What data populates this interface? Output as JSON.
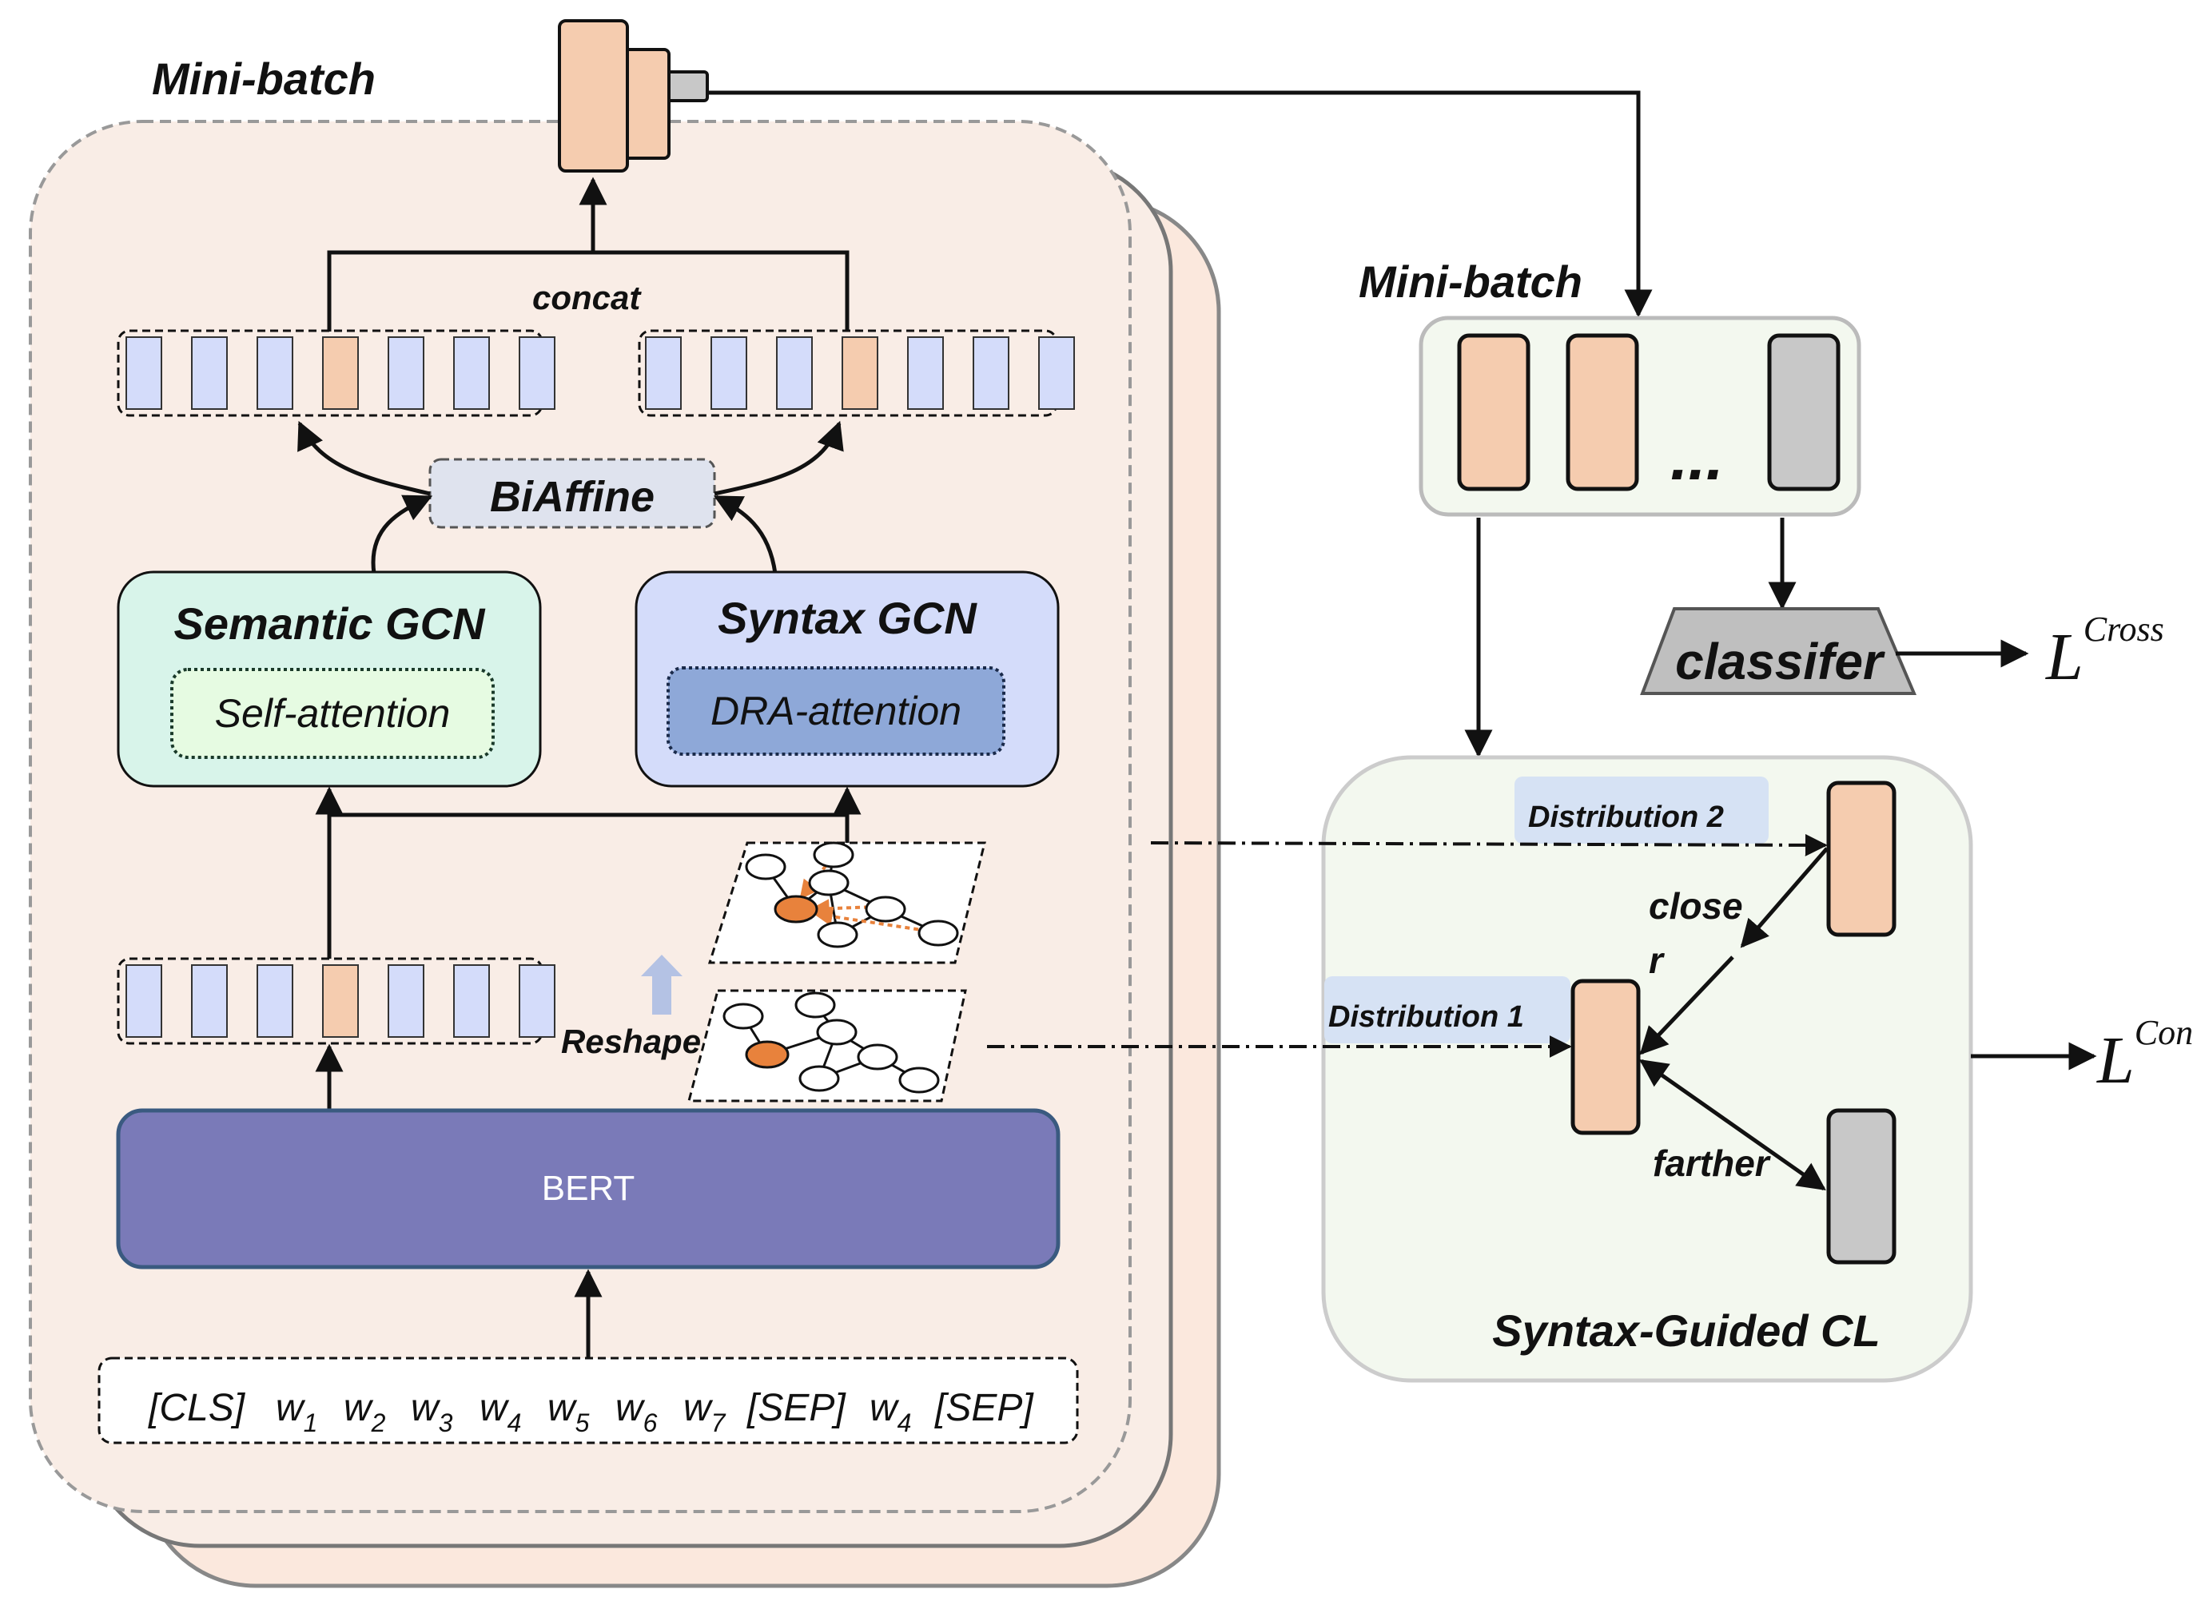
{
  "colors": {
    "panel_fill": "#f9ede6",
    "panel_back_fill": "#fbe8dd",
    "cell_blue": "#d4dcfa",
    "cell_orange": "#f5ccaf",
    "cell_gray": "#c8c8c8",
    "semantic_fill": "#d8f4ea",
    "syntax_fill": "#d4dcfa",
    "dra_fill": "#8ea8d8",
    "bert_fill": "#7a7ab8",
    "biaffine_fill": "#dfe3ee",
    "right_panel_fill": "#f3f8ef",
    "distribution_fill": "#d6e2f4",
    "classifier_fill": "#bfbfbf",
    "arrow_orange": "#e8823c"
  },
  "icons": [
    "stacked-vector-icon",
    "graph-icon",
    "arrow-up-icon"
  ],
  "left_panel": {
    "title": "Mini-batch",
    "concat_label": "concat",
    "biaffine_label": "BiAffine",
    "semantic_gcn": {
      "title": "Semantic  GCN",
      "inner": "Self-attention"
    },
    "syntax_gcn": {
      "title": "Syntax  GCN",
      "inner": "DRA-attention"
    },
    "reshape_label": "Reshape",
    "bert_label": "BERT",
    "tokens": [
      {
        "text": "[CLS]",
        "sub": ""
      },
      {
        "text": "w",
        "sub": "1"
      },
      {
        "text": "w",
        "sub": "2"
      },
      {
        "text": "w",
        "sub": "3"
      },
      {
        "text": "w",
        "sub": "4"
      },
      {
        "text": "w",
        "sub": "5"
      },
      {
        "text": "w",
        "sub": "6"
      },
      {
        "text": "w",
        "sub": "7"
      },
      {
        "text": "[SEP]",
        "sub": ""
      },
      {
        "text": "w",
        "sub": "4"
      },
      {
        "text": "[SEP]",
        "sub": ""
      }
    ]
  },
  "right_panel": {
    "title": "Mini-batch",
    "ellipsis": "...",
    "classifier_label": "classifer",
    "loss_cross": {
      "base": "L",
      "sup": "Cross"
    },
    "loss_con": {
      "base": "L",
      "sup": "Con"
    },
    "cl_title": "Syntax-Guided  CL",
    "distribution_1": "Distribution  1",
    "distribution_2": "Distribution  2",
    "closer_line1": "close",
    "closer_line2": "r",
    "farther": "farther"
  }
}
